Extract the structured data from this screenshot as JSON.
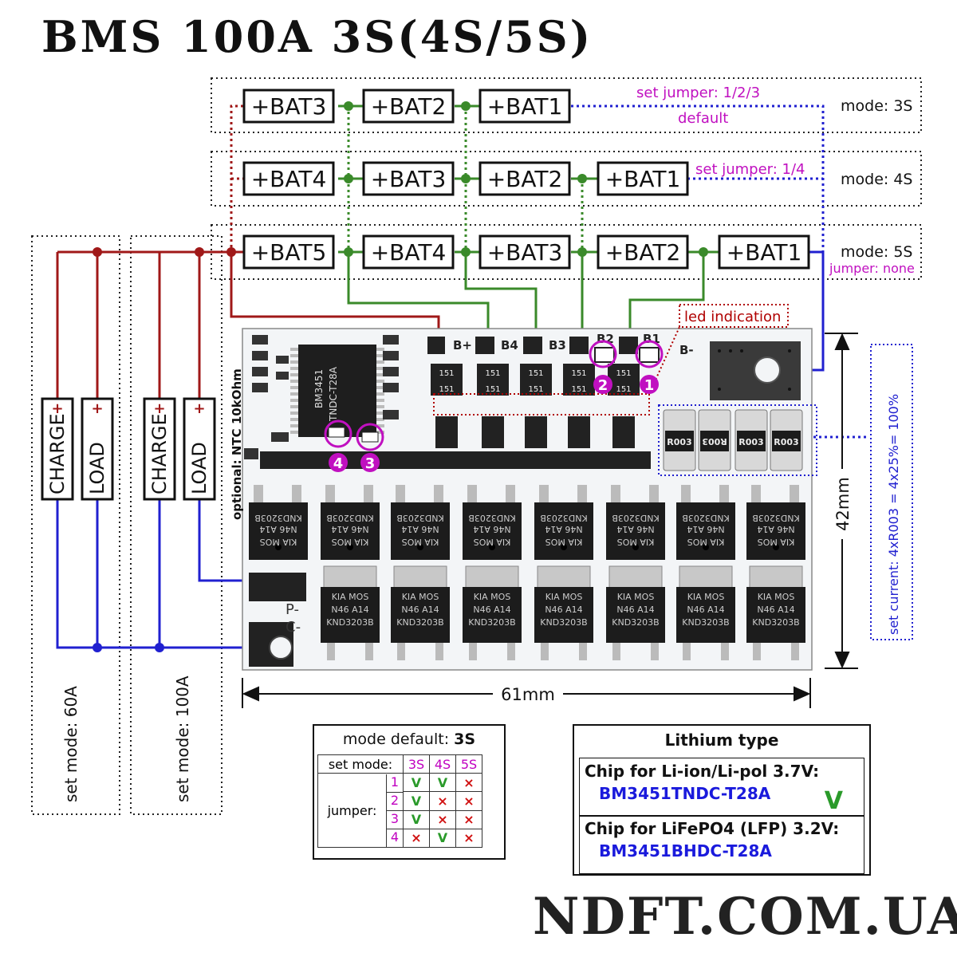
{
  "title": "BMS 100A 3S(4S/5S)",
  "site": "NDFT.COM.UA",
  "rows": {
    "r3": {
      "cells": [
        "+BAT3",
        "+BAT2",
        "+BAT1"
      ],
      "note": "set jumper: 1/2/3",
      "note2": "default",
      "mode": "mode: 3S"
    },
    "r4": {
      "cells": [
        "+BAT4",
        "+BAT3",
        "+BAT2",
        "+BAT1"
      ],
      "note": "set jumper: 1/4",
      "mode": "mode: 4S"
    },
    "r5": {
      "cells": [
        "+BAT5",
        "+BAT4",
        "+BAT3",
        "+BAT2",
        "+BAT1"
      ],
      "mode": "mode: 5S",
      "note": "jumper: none"
    }
  },
  "left": {
    "mode60": "set mode: 60A",
    "mode100": "set mode: 100A",
    "charge": "CHARGE",
    "load": "LOAD",
    "plus": "+"
  },
  "board": {
    "chip_line1": "BM3451",
    "chip_line2": "TNDC-T28A",
    "ntc": "optional: NTC 10kOhm",
    "pads": [
      "B+",
      "B4",
      "B3",
      "B2",
      "B1",
      "B-"
    ],
    "led": "led indication",
    "jumper_labels": [
      "1",
      "2",
      "3",
      "4"
    ],
    "res": [
      "R003",
      "R003",
      "R003",
      "R003"
    ],
    "small_res": "151",
    "pminus": "P-",
    "cminus": "C-",
    "mos_a": "KIA MOS",
    "mos_b": "N46 A14",
    "mos_c": "KND3203B"
  },
  "dims": {
    "width": "61mm",
    "height": "42mm",
    "current": "set current: 4xR003 = 4x25%= 100%"
  },
  "jumper_table": {
    "title": "mode default:",
    "title_value": "3S",
    "set_mode": "set mode:",
    "modes": [
      "3S",
      "4S",
      "5S"
    ],
    "jumper": "jumper:",
    "rows": [
      {
        "j": "1",
        "vals": [
          "V",
          "V",
          "×"
        ]
      },
      {
        "j": "2",
        "vals": [
          "V",
          "×",
          "×"
        ]
      },
      {
        "j": "3",
        "vals": [
          "V",
          "×",
          "×"
        ]
      },
      {
        "j": "4",
        "vals": [
          "×",
          "V",
          "×"
        ]
      }
    ]
  },
  "lithium": {
    "title": "Lithium type",
    "liion_label": "Chip for Li-ion/Li-pol 3.7V:",
    "liion_chip": "BM3451TNDC-T28A",
    "check": "V",
    "lfp_label": "Chip for LiFePO4 (LFP) 3.2V:",
    "lfp_chip": "BM3451BHDC-T28A"
  },
  "colors": {
    "green": "#3a8a2a",
    "red": "#a01818",
    "blue": "#2020d0",
    "magenta": "#c010c0",
    "board": "#f4f6f8",
    "dark": "#1a1a1a"
  }
}
